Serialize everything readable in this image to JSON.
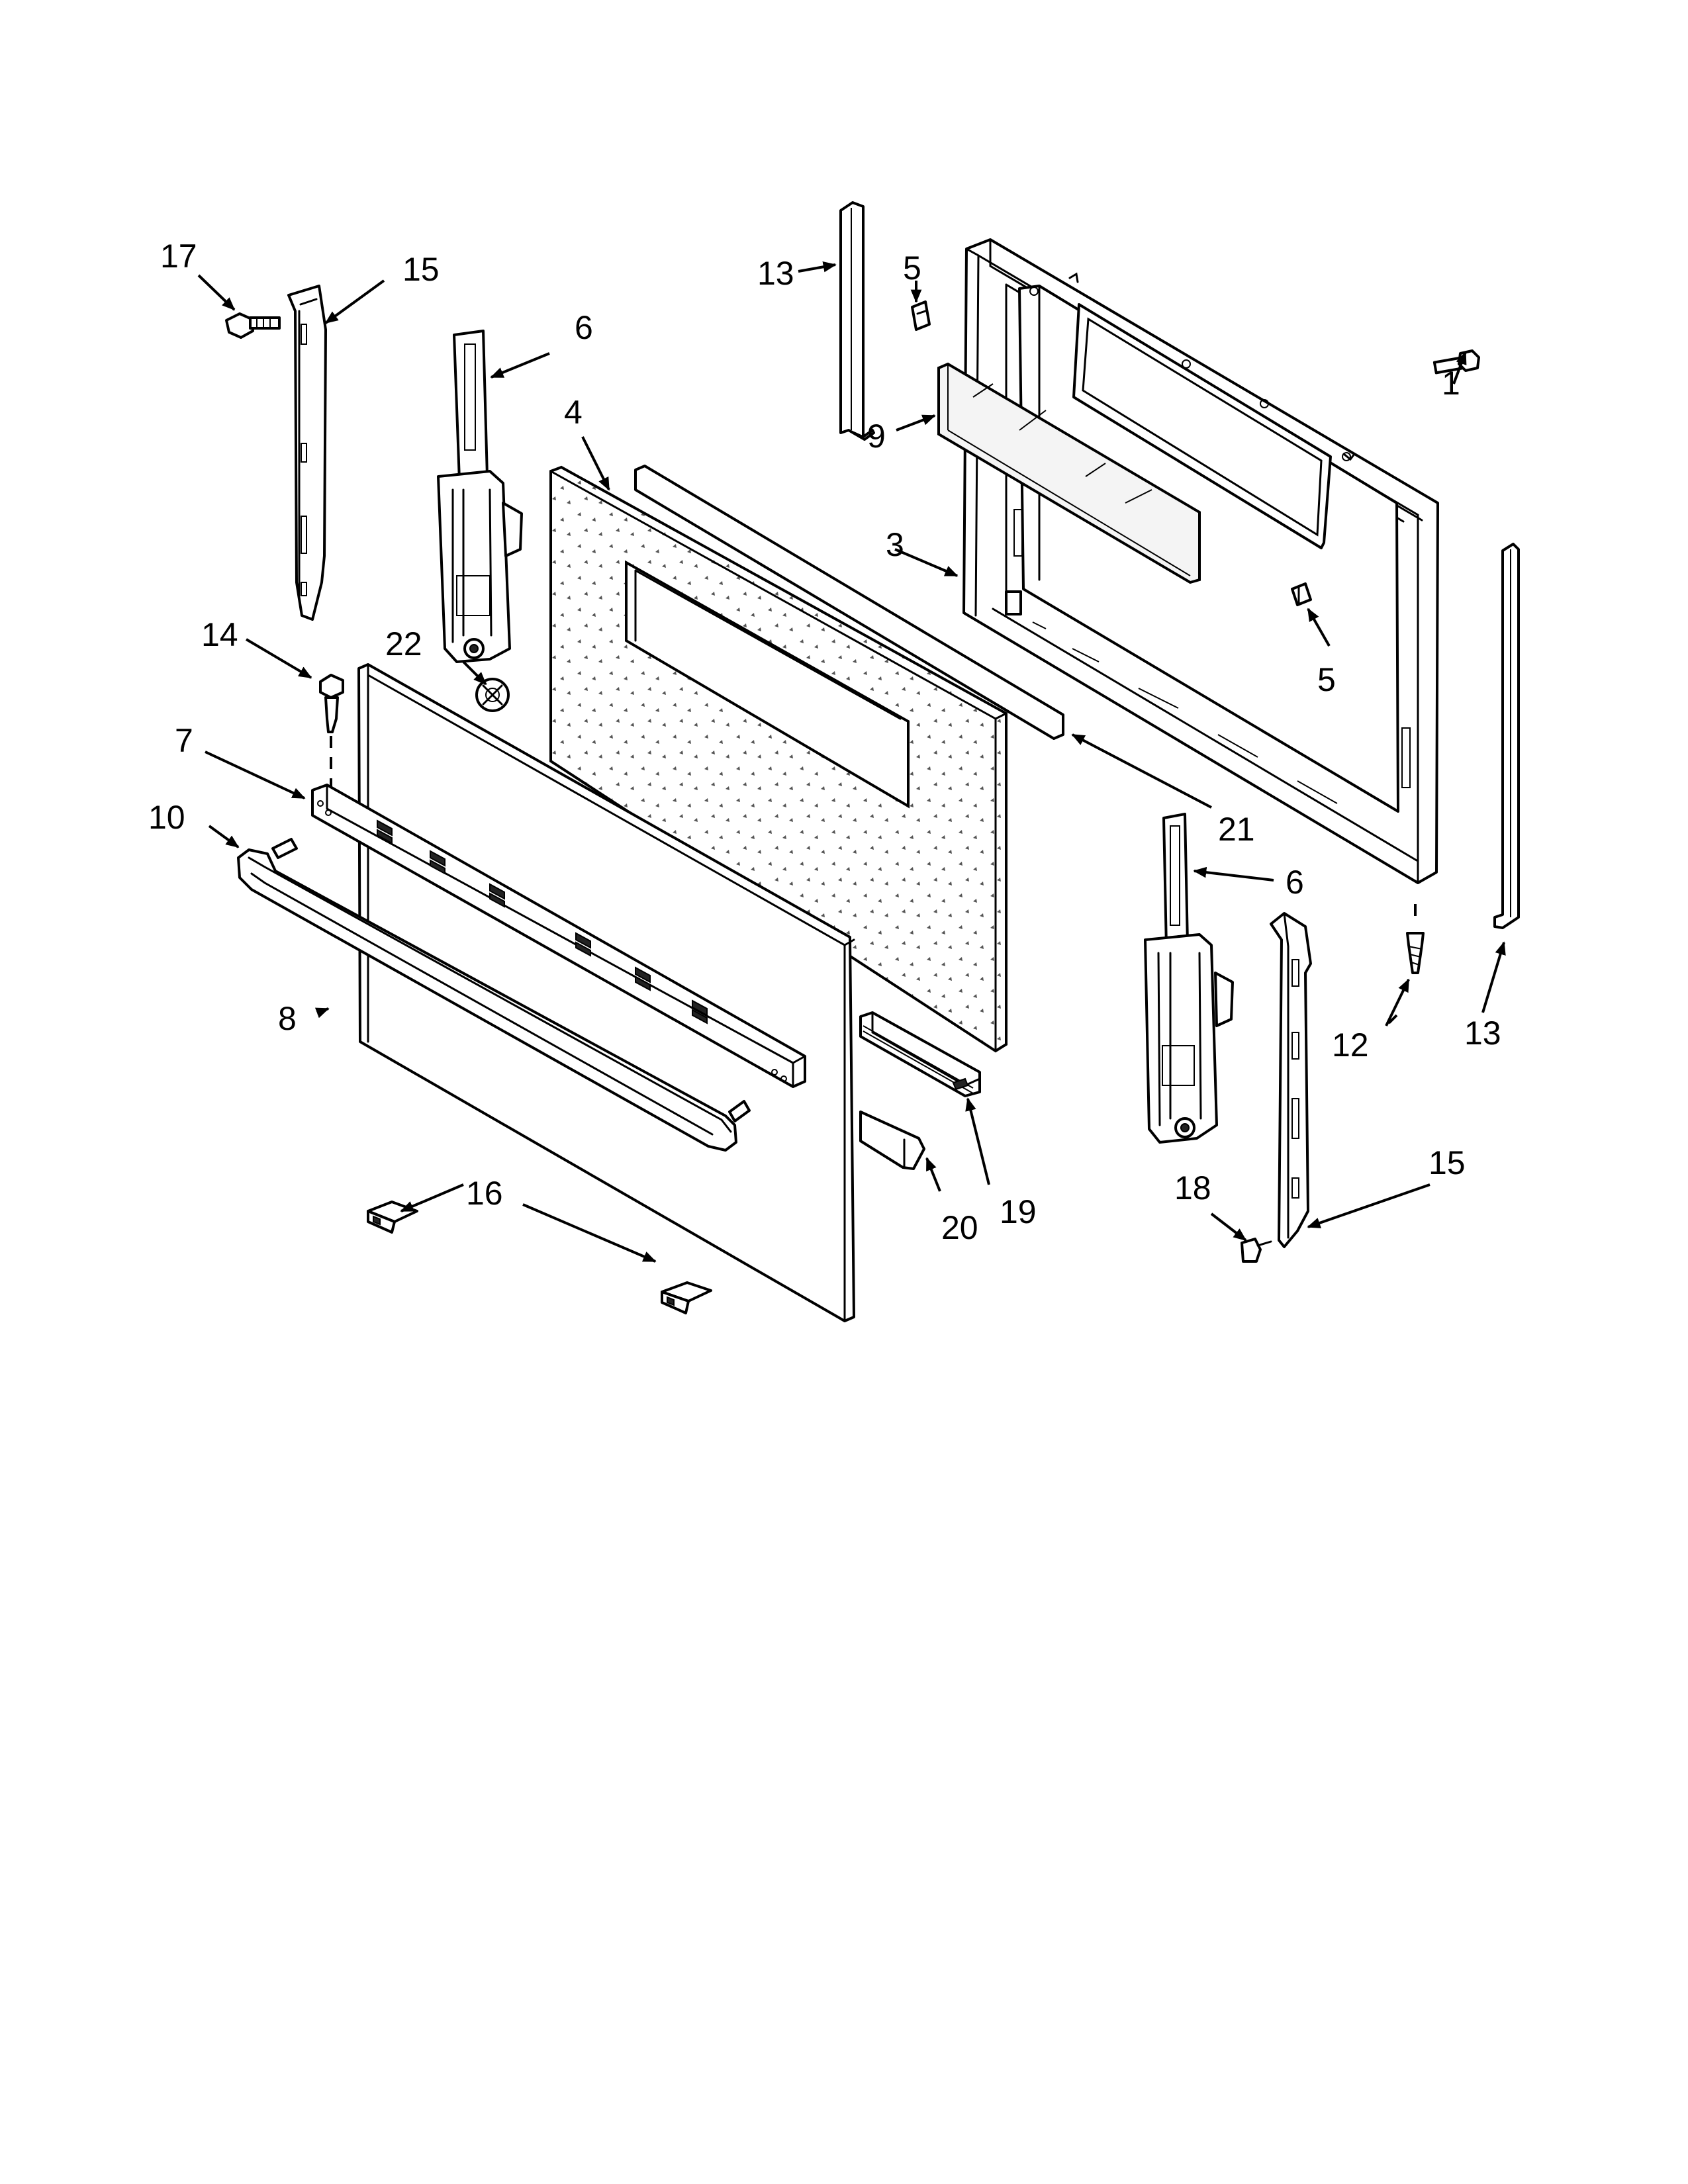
{
  "callouts": {
    "c1": "1",
    "c3": "3",
    "c4": "4",
    "c5a": "5",
    "c5b": "5",
    "c6a": "6",
    "c6b": "6",
    "c7": "7",
    "c8": "8",
    "c9": "9",
    "c10": "10",
    "c12": "12",
    "c13a": "13",
    "c13b": "13",
    "c14": "14",
    "c15a": "15",
    "c15b": "15",
    "c16": "16",
    "c17": "17",
    "c18": "18",
    "c19": "19",
    "c20": "20",
    "c21": "21",
    "c22": "22"
  },
  "colors": {
    "line": "#000000",
    "background": "#ffffff",
    "glass": "#f4f4f4"
  }
}
